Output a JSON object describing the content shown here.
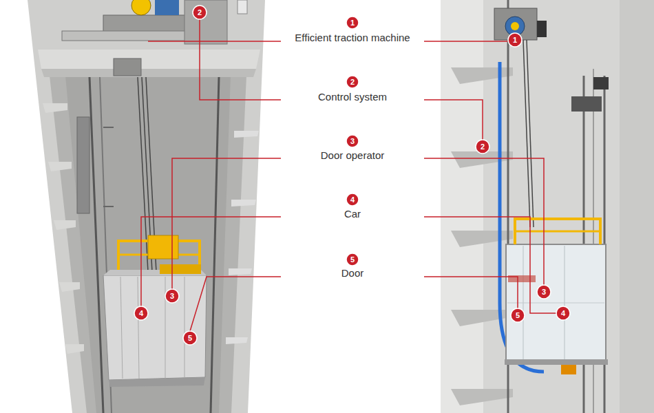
{
  "diagram": {
    "labels": [
      "1",
      "Efficient traction machine",
      "2",
      "Control system",
      "3",
      "Door operator",
      "4",
      "Car",
      "5",
      "Door",
      "2",
      "4",
      "3",
      "5",
      "1",
      "2",
      "3",
      "5",
      "4"
    ]
  }
}
